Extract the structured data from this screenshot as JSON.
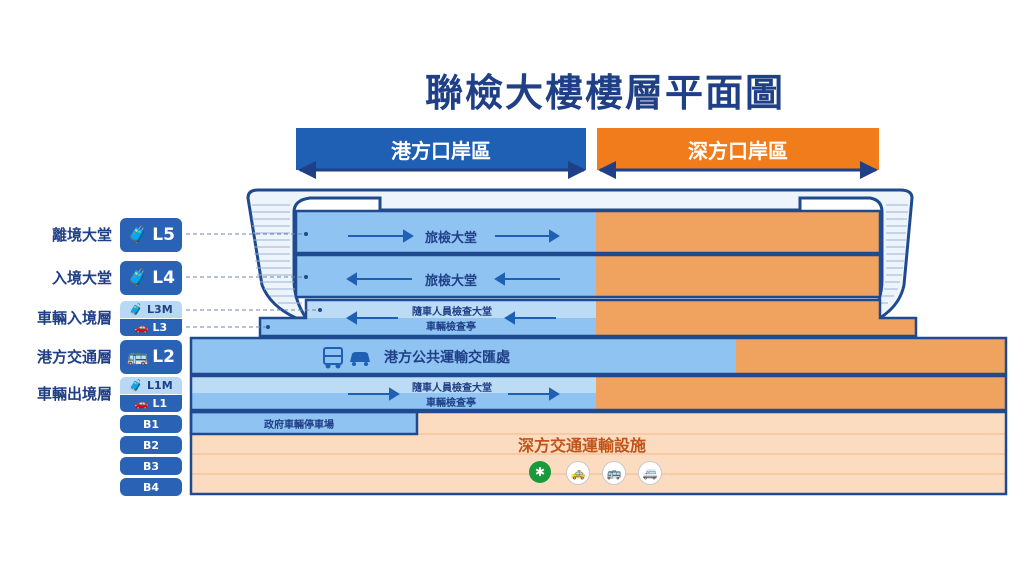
{
  "title": "聯檢大樓樓層平面圖",
  "zones": {
    "hk": "港方口岸區",
    "sz": "深方口岸區"
  },
  "levels": {
    "departure": {
      "name": "離境大堂",
      "badge": "L5"
    },
    "arrival": {
      "name": "入境大堂",
      "badge": "L4"
    },
    "vehicle_in": {
      "name": "車輛入境層",
      "badge_top": "L3M",
      "badge_bottom": "L3"
    },
    "hk_transport": {
      "name": "港方交通層",
      "badge": "L2"
    },
    "vehicle_out": {
      "name": "車輛出境層",
      "badge_top": "L1M",
      "badge_bottom": "L1"
    },
    "basements": [
      "B1",
      "B2",
      "B3",
      "B4"
    ]
  },
  "floors": {
    "l5": "旅檢大堂",
    "l4": "旅檢大堂",
    "l3_line1": "隨車人員檢查大堂",
    "l3_line2": "車輛檢查亭",
    "l2": "港方公共運輸交匯處",
    "l1_line1": "隨車人員檢查大堂",
    "l1_line2": "車輛檢查亭",
    "b1": "政府車輛停車場",
    "sz_basement": "深方交通運輸設施"
  },
  "colors": {
    "hk_blue": "#1f5fb4",
    "hk_floor": "#8fc3f2",
    "hk_light": "#bcdcf6",
    "sz_orange": "#f07c1b",
    "sz_floor": "#f0a35e",
    "sz_basement": "#fbdcc0",
    "outline": "#1f4a8f"
  },
  "icons": [
    "metro-icon",
    "taxi-icon",
    "bus-icon",
    "coach-icon"
  ]
}
